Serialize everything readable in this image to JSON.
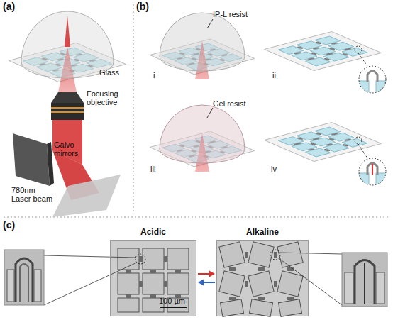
{
  "diagram": {
    "nodes": [
      {
        "text": [
          "Acidic"
        ]
      },
      {
        "text": [
          "Alkaline"
        ]
      }
    ],
    "edges": [
      {
        "from": 0,
        "to": 1,
        "arrow": "to"
      },
      {
        "from": 1,
        "to": 0,
        "arrow": "to"
      }
    ],
    "labels": [
      "(a)",
      "Glass",
      "Focusing objective",
      "Galvo mirrors",
      "780nm Laser beam",
      "(b)",
      "IP-L resist",
      "i",
      "ii",
      "Gel resist",
      "iii",
      "iv",
      "(c)",
      "100 µm"
    ]
  }
}
